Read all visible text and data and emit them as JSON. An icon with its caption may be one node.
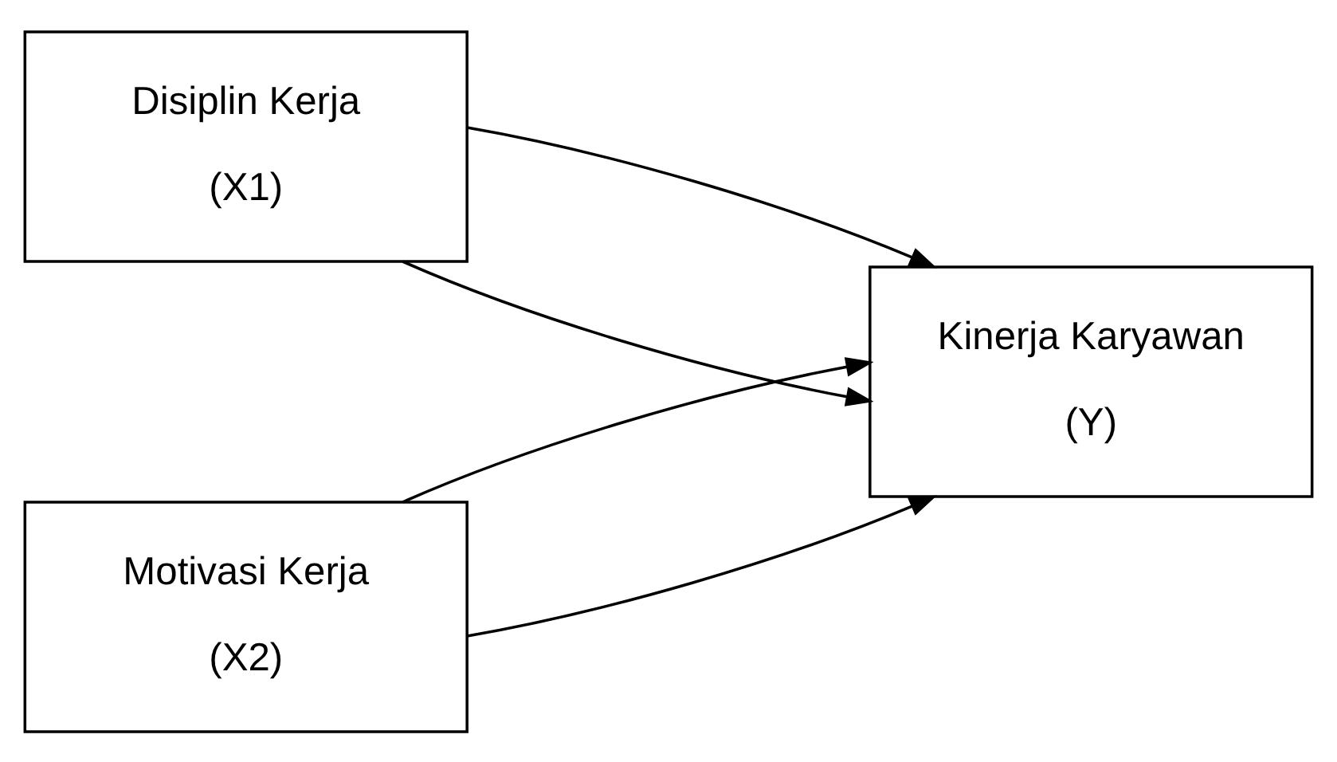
{
  "diagram": {
    "nodes": [
      {
        "text": [
          "Disiplin Kerja",
          "(X1)"
        ]
      },
      {
        "text": [
          "Kinerja Karyawan",
          "(Y)"
        ]
      },
      {
        "text": [
          "Motivasi Kerja",
          "(X2)"
        ]
      }
    ],
    "edges": [
      {
        "from": 0,
        "to": 1,
        "arrow": "to"
      },
      {
        "from": 0,
        "to": 1,
        "arrow": "to"
      },
      {
        "from": 2,
        "to": 1,
        "arrow": "to"
      },
      {
        "from": 2,
        "to": 1,
        "arrow": "to"
      }
    ]
  }
}
